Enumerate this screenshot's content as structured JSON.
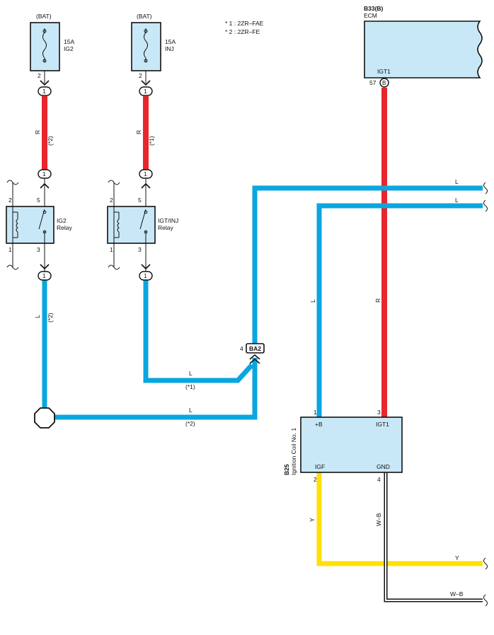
{
  "notes": [
    "* 1 : 2ZR–FAE",
    "* 2 : 2ZR–FE"
  ],
  "colors": {
    "red": "#e8262d",
    "blue": "#0aa6e0",
    "yellow": "#ffe000",
    "box_fill": "#c9e8f7",
    "line": "#111111"
  },
  "fuse_ig2": {
    "source": "(BAT)",
    "rating": "15A",
    "name": "IG2",
    "pin": "2",
    "conn": "1"
  },
  "fuse_inj": {
    "source": "(BAT)",
    "rating": "15A",
    "name": "INJ",
    "pin": "2",
    "conn": "1"
  },
  "wire_ig2_top": {
    "color": "R",
    "note": "(*2)"
  },
  "wire_inj_top": {
    "color": "R",
    "note": "(*1)"
  },
  "relay_ig2": {
    "name": "IG2",
    "sub": "Relay",
    "pins": [
      "2",
      "5",
      "1",
      "3"
    ],
    "conn_in": "1",
    "conn_out": "1"
  },
  "relay_inj": {
    "name": "IGT/INJ",
    "sub": "Relay",
    "pins": [
      "2",
      "5",
      "1",
      "3"
    ],
    "conn_in": "1",
    "conn_out": "1"
  },
  "wire_ig2_bottom": {
    "color": "L",
    "note": "(*2)"
  },
  "junction": {
    "pin": "4",
    "name": "BA2"
  },
  "wire_inj_bottom": {
    "color": "L",
    "note": "(*1)"
  },
  "wire_splice": {
    "color": "L",
    "note": "(*2)"
  },
  "ecm": {
    "code": "B33(B)",
    "name": "ECM",
    "terminal": "IGT1",
    "pin": "57",
    "conn": "B"
  },
  "ecm_wire": {
    "color": "R"
  },
  "right_wires": [
    {
      "color": "L"
    },
    {
      "color": "L"
    }
  ],
  "coil_wire_plus": {
    "color": "L"
  },
  "coil": {
    "code": "B25",
    "name": "Ignition Coil No. 1",
    "t_plus": "+B",
    "t_igt": "IGT1",
    "t_igf": "IGF",
    "t_gnd": "GND",
    "pin_plus": "1",
    "pin_igt": "3",
    "pin_igf": "2",
    "pin_gnd": "4"
  },
  "wire_y": {
    "color": "Y",
    "right": "Y"
  },
  "wire_wb": {
    "color": "W–B",
    "right": "W–B"
  }
}
